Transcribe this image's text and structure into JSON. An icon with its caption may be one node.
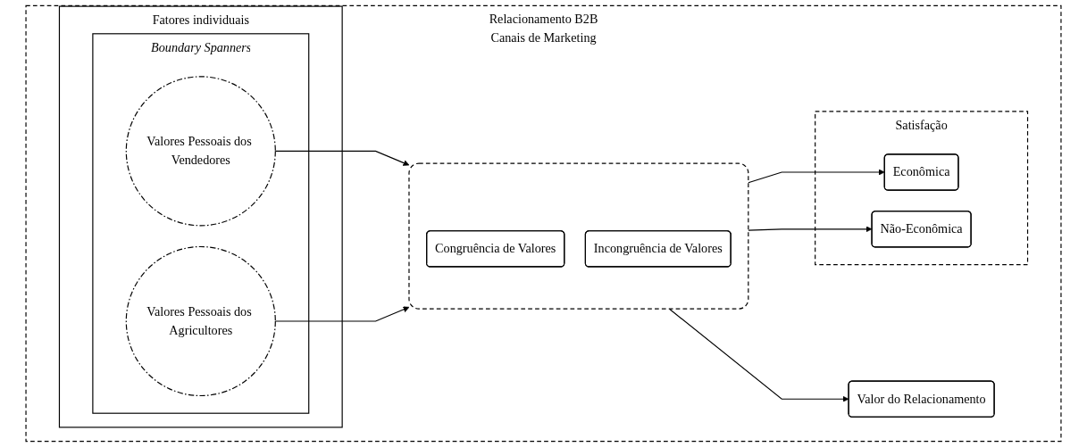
{
  "diagram": {
    "nodes": [
      {
        "text": [
          "Relacionamento B2B",
          "Canais de Marketing"
        ]
      },
      {
        "text": [
          "Fatores individuais"
        ],
        "in": 0
      },
      {
        "text": [
          "Boundary Spanners"
        ],
        "in": 1
      },
      {
        "text": [
          "Valores Pessoais dos Vendedores"
        ],
        "in": 2
      },
      {
        "text": [
          "Valores Pessoais dos Agricultores"
        ],
        "in": 2
      },
      {
        "text": [],
        "shape": "box",
        "in": 0
      },
      {
        "text": [
          "Congruência de Valores"
        ],
        "in": 5
      },
      {
        "text": [
          "Incongruência de Valores"
        ],
        "in": 5
      },
      {
        "text": [
          "Satisfação"
        ],
        "in": 0
      },
      {
        "text": [
          "Econômica"
        ],
        "in": 8
      },
      {
        "text": [
          "Não-Econômica"
        ],
        "in": 8
      },
      {
        "text": [
          "Valor do Relacionamento"
        ],
        "in": 0
      }
    ],
    "edges": [
      {
        "from": 3,
        "to": 5,
        "arrow": "to"
      },
      {
        "from": 4,
        "to": 5,
        "arrow": "to"
      },
      {
        "from": 5,
        "to": 9,
        "arrow": "to"
      },
      {
        "from": 5,
        "to": 10,
        "arrow": "to"
      },
      {
        "from": 5,
        "to": 11,
        "arrow": "to"
      }
    ]
  }
}
